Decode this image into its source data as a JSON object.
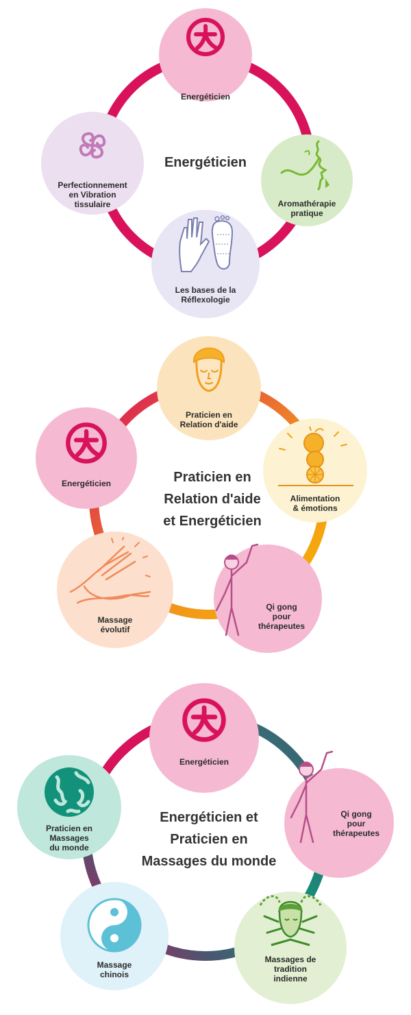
{
  "diagrams": [
    {
      "title": "Energéticien",
      "nodes": [
        {
          "label": "Energéticien",
          "icon": "energeticien-symbol-icon"
        },
        {
          "label": "Aromathérapie\npratique",
          "icon": "aromatherapy-face-icon"
        },
        {
          "label": "Les bases de la\nRéflexologie",
          "icon": "hand-foot-reflexology-icon"
        },
        {
          "label": "Perfectionnement\nen Vibration\ntissulaire",
          "icon": "spiral-triskel-icon"
        }
      ]
    },
    {
      "title": "Praticien en\nRelation d'aide\net Energéticien",
      "nodes": [
        {
          "label": "Praticien en\nRelation d'aide",
          "icon": "calm-face-icon"
        },
        {
          "label": "Alimentation\n& émotions",
          "icon": "fruit-stack-icon"
        },
        {
          "label": "Qi gong\npour\nthérapeutes",
          "icon": "qigong-woman-icon"
        },
        {
          "label": "Massage\névolutif",
          "icon": "hands-icon"
        },
        {
          "label": "Energéticien",
          "icon": "energeticien-symbol-icon"
        }
      ]
    },
    {
      "title": "Energéticien et\nPraticien en\nMassages du monde",
      "nodes": [
        {
          "label": "Energéticien",
          "icon": "energeticien-symbol-icon"
        },
        {
          "label": "Qi gong\npour\nthérapeutes",
          "icon": "qigong-woman-icon"
        },
        {
          "label": "Massages de\ntradition\nindienne",
          "icon": "indian-head-massage-icon"
        },
        {
          "label": "Massage\nchinois",
          "icon": "yin-yang-icon"
        },
        {
          "label": "Praticien en\nMassages\ndu monde",
          "icon": "globe-icon"
        }
      ]
    }
  ],
  "colors": {
    "crimson": "#d8125b",
    "orange": "#f08a24",
    "gold": "#f6b800",
    "teal": "#12927a",
    "slate": "#4b5570",
    "pink_circle": "#f5b9d2",
    "lilac_circle": "#ecdff0",
    "green_circle": "#d8ebc8",
    "lavender_circle": "#e8e5f4",
    "peach_circle": "#fbe4bd",
    "cream_circle": "#fdf3d2",
    "salmon_circle": "#fce0cd",
    "mint_circle": "#bfe7dc",
    "sky_circle": "#dff1f9",
    "light_green_circle": "#e2efd2"
  }
}
